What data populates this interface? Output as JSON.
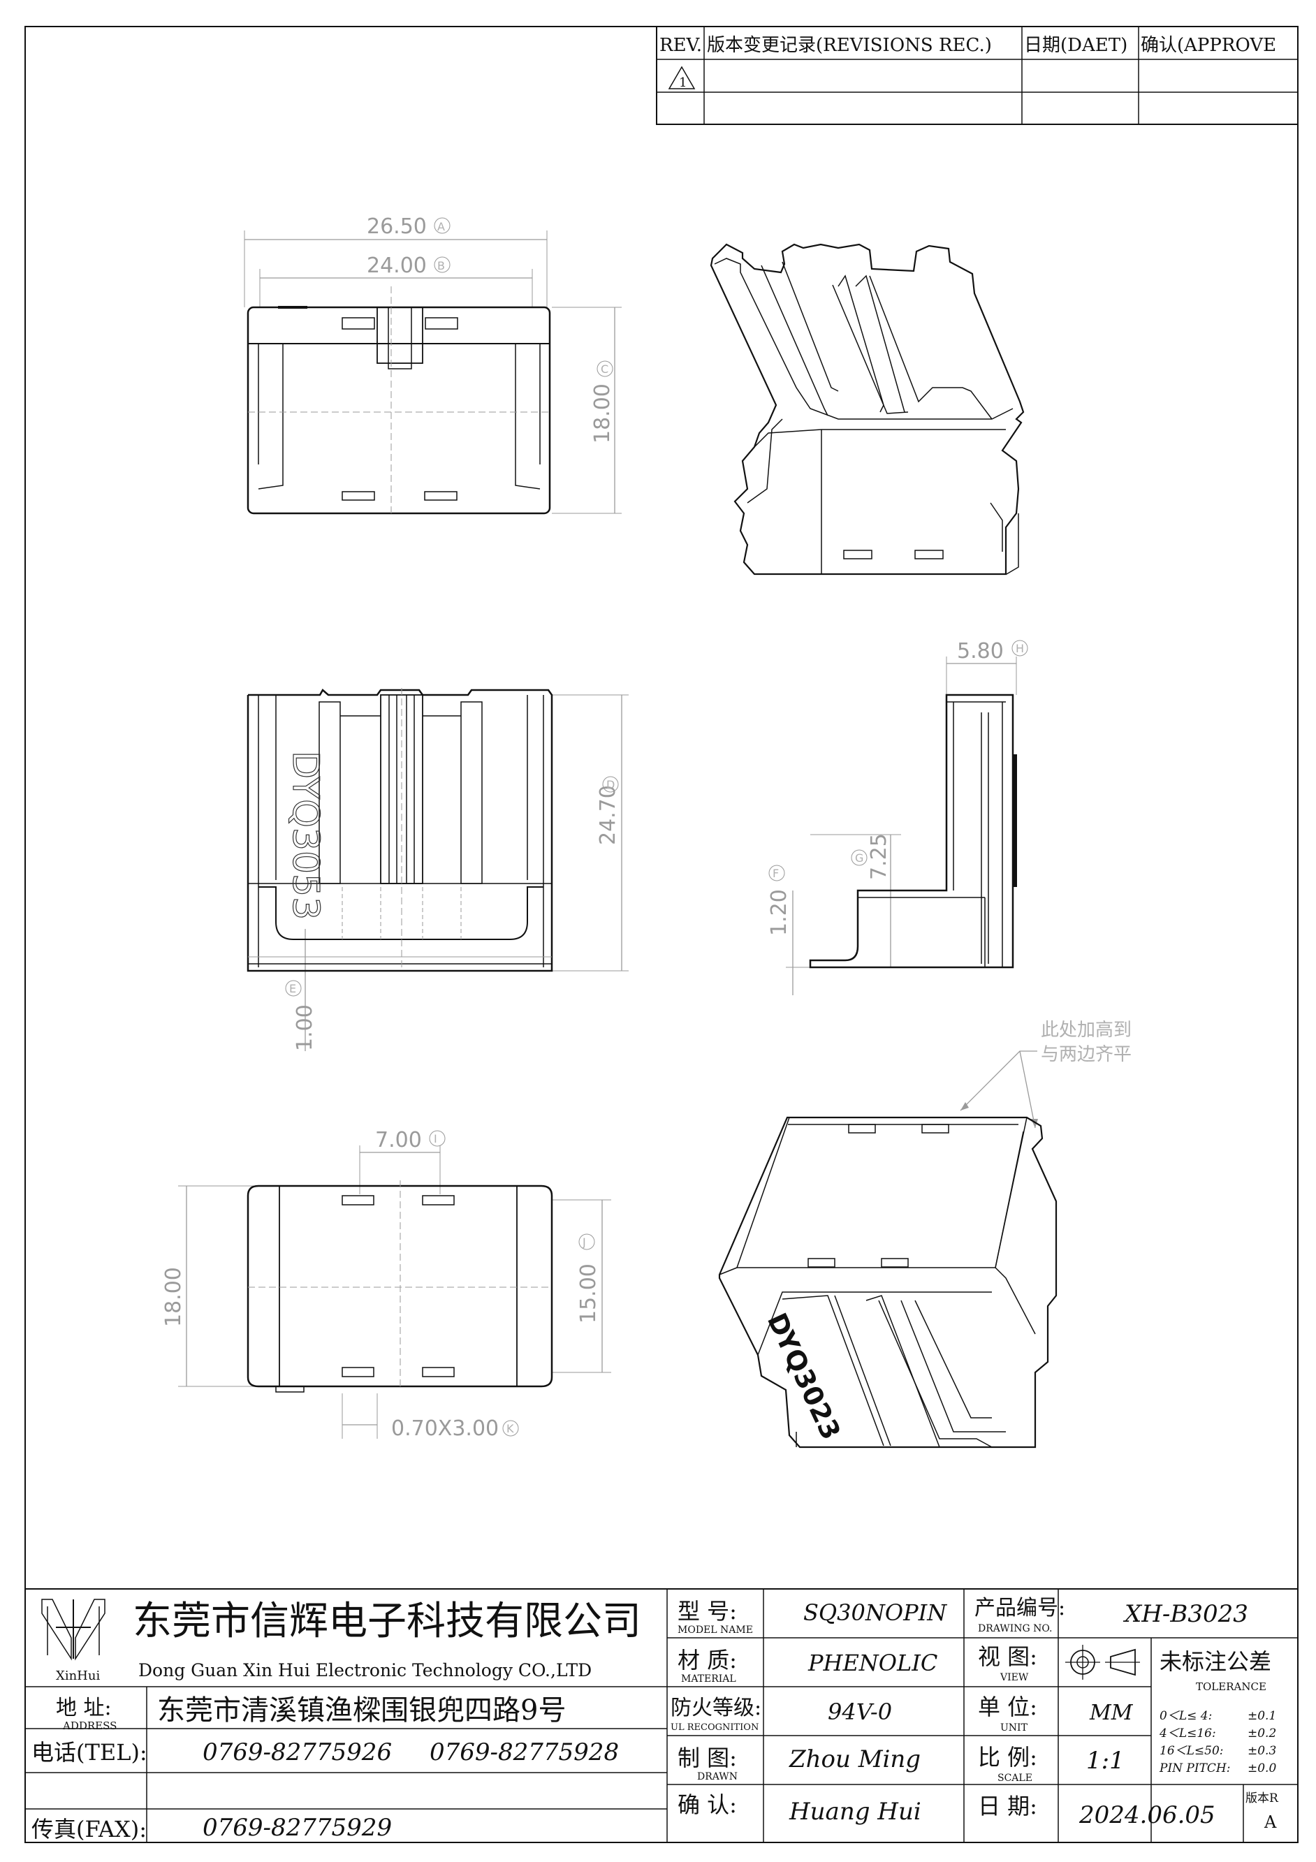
{
  "revision_table": {
    "rev_header": "REV.",
    "rec_header": "版本变更记录(REVISIONS REC.)",
    "date_header": "日期(DAET)",
    "approve_header": "确认(APPROVE",
    "rev_symbol": "1"
  },
  "dimensions": {
    "top_width_outer": "26.50",
    "top_width_outer_tag": "A",
    "top_width_inner": "24.00",
    "top_width_inner_tag": "B",
    "top_height": "18.00",
    "top_height_tag": "C",
    "front_height": "24.70",
    "front_height_tag": "D",
    "front_base": "1.00",
    "front_base_tag": "E",
    "side_depth": "5.80",
    "side_depth_tag": "H",
    "side_tab": "1.20",
    "side_tab_tag": "F",
    "side_height": "7.25",
    "side_height_tag": "G",
    "bottom_slot_gap": "7.00",
    "bottom_slot_gap_tag": "I",
    "bottom_height": "18.00",
    "bottom_inner_height": "15.00",
    "bottom_inner_height_tag": "J",
    "bottom_slot_size": "0.70X3.00",
    "bottom_slot_size_tag": "K"
  },
  "part_mark": "DYQ3023",
  "front_mark": "DYQ3053",
  "note": {
    "line1": "此处加高到",
    "line2": "与两边齐平"
  },
  "title_block": {
    "logo_text": "XinHui",
    "company_cn": "东莞市信辉电子科技有限公司",
    "company_en": "Dong Guan Xin Hui Electronic Technology CO.,LTD",
    "address_label": "地 址:",
    "address_label_en": "ADDRESS",
    "address_value": "东莞市清溪镇渔樑围银兜四路9号",
    "tel_label": "电话(TEL):",
    "tel_value_1": "0769-82775926",
    "tel_value_2": "0769-82775928",
    "fax_label": "传真(FAX):",
    "fax_value": "0769-82775929",
    "model_label": "型 号:",
    "model_label_en": "MODEL NAME",
    "model_value": "SQ30NOPIN",
    "material_label": "材 质:",
    "material_label_en": "MATERIAL",
    "material_value": "PHENOLIC",
    "fire_label": "防火等级:",
    "fire_label_en": "UL RECOGNITION",
    "fire_value": "94V-0",
    "drawn_label": "制 图:",
    "drawn_label_en": "DRAWN",
    "drawn_value": "Zhou Ming",
    "check_label": "确 认:",
    "check_value": "Huang Hui",
    "drawing_no_label": "产品编号:",
    "drawing_no_label_en": "DRAWING NO.",
    "drawing_no_value": "XH-B3023",
    "view_label": "视 图:",
    "view_label_en": "VIEW",
    "unit_label": "单 位:",
    "unit_label_en": "UNIT",
    "unit_value": "MM",
    "scale_label": "比 例:",
    "scale_label_en": "SCALE",
    "scale_value": "1:1",
    "date_label": "日 期:",
    "date_value": "2024.06.05",
    "tolerance_label": "未标注公差",
    "tolerance_label_en": "TOLERANCE",
    "tol_rows": [
      {
        "range": "0＜L≤ 4:",
        "value": "±0.1"
      },
      {
        "range": "4＜L≤16:",
        "value": "±0.2"
      },
      {
        "range": "16＜L≤50:",
        "value": "±0.3"
      },
      {
        "range": "PIN PITCH:",
        "value": "±0.0"
      }
    ],
    "version_label": "版本R",
    "version_value": "A"
  }
}
